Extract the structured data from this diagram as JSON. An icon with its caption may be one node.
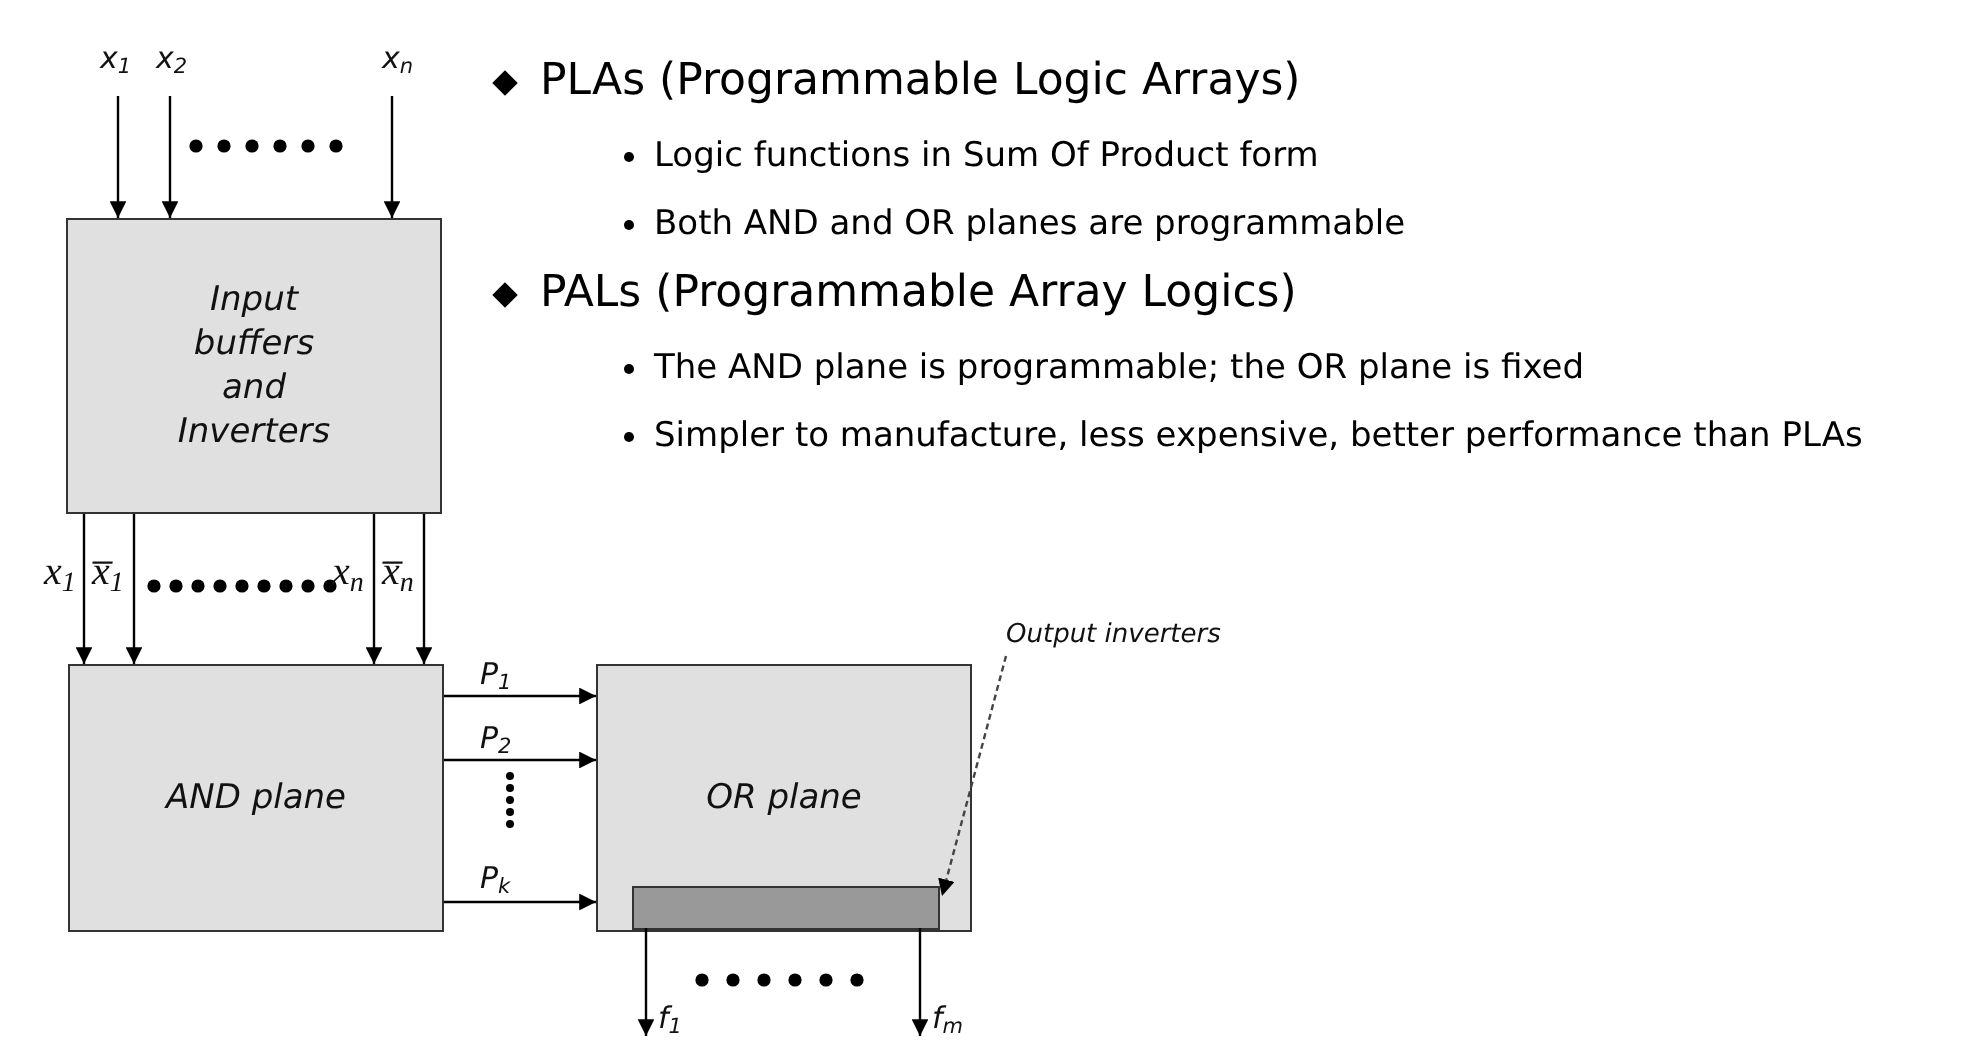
{
  "diagram": {
    "nodes": [
      {
        "text": [
          "Input buffers and Inverters"
        ]
      },
      {
        "text": [
          "AND plane"
        ]
      },
      {
        "text": [
          "OR plane"
        ]
      },
      {
        "text": [],
        "shape": "bar",
        "in": 2
      },
      {
        "text": [
          "Output inverters"
        ]
      }
    ],
    "edges": [
      {
        "from": null,
        "to": 0,
        "arrow": "to",
        "label": "x$_{1}$"
      },
      {
        "from": null,
        "to": 0,
        "arrow": "to",
        "label": "x$_{2}$"
      },
      {
        "from": null,
        "to": 0,
        "arrow": "to",
        "label": "x$_{n}$"
      },
      {
        "from": 0,
        "to": 1,
        "arrow": "to",
        "label": "x$_{1}$"
      },
      {
        "from": 0,
        "to": 1,
        "arrow": "to",
        "label": "x̅$_{1}$"
      },
      {
        "from": 0,
        "to": 1,
        "arrow": "to",
        "label": "x$_{n}$"
      },
      {
        "from": 0,
        "to": 1,
        "arrow": "to",
        "label": "x̅$_{n}$"
      },
      {
        "from": 1,
        "to": 2,
        "arrow": "to",
        "label": "P$_{1}$"
      },
      {
        "from": 1,
        "to": 2,
        "arrow": "to",
        "label": "P$_{2}$"
      },
      {
        "from": 1,
        "to": 2,
        "arrow": "to",
        "label": "P$_{k}$"
      },
      {
        "from": 3,
        "to": null,
        "arrow": "to",
        "label": "f$_{1}$"
      },
      {
        "from": 3,
        "to": null,
        "arrow": "to",
        "label": "f$_{m}$"
      },
      {
        "from": 4,
        "to": 3,
        "arrow": "to",
        "style": "dashed"
      }
    ],
    "labels": [
      "PLAs (Programmable Logic Arrays)",
      "Logic functions in Sum Of Product form",
      "Both AND and OR planes are programmable",
      "PALs (Programmable Array Logics)",
      "The AND plane is programmable; the OR plane is fixed",
      "Simpler to manufacture, less expensive, better performance than PLAs"
    ]
  }
}
